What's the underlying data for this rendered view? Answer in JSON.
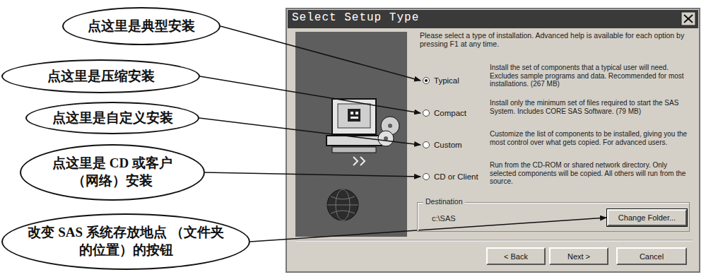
{
  "diagram": {
    "nodes": [
      {
        "text": [
          "点这里是典型安装"
        ]
      },
      {
        "text": [
          "点这里是压缩安装"
        ]
      },
      {
        "text": [
          "点这里是自定义安装"
        ]
      },
      {
        "text": [
          "点这里是 CD 或客户 （网络）安装"
        ]
      },
      {
        "text": [
          "改变 SAS 系统存放地点 （文件夹的位置）的按钮"
        ]
      },
      {
        "text": [
          "Select Setup Type",
          "Please select a type of installation. Advanced help is available for each option by pressing F1 at any time."
        ]
      },
      {
        "text": [
          "Typical",
          "Install the set of components that a typical user will need. Excludes sample programs and data. Recommended for most installations. (267 MB)"
        ],
        "in": 5
      },
      {
        "text": [
          "Compact",
          "Install only the minimum set of files required to start the SAS System. Includes CORE SAS Software. (79 MB)"
        ],
        "in": 5
      },
      {
        "text": [
          "Custom",
          "Customize the list of components to be installed, giving you the most control over what gets copied. For advanced users."
        ],
        "in": 5
      },
      {
        "text": [
          "CD or Client",
          "Run from the CD-ROM or shared network directory. Only selected components will be copied. All others will run from the source."
        ],
        "in": 5
      },
      {
        "text": [
          "Destination",
          "c:\\SAS"
        ],
        "in": 5
      },
      {
        "text": [
          "Change Folder..."
        ],
        "in": 10
      },
      {
        "text": [
          "< Back"
        ],
        "in": 5
      },
      {
        "text": [
          "Next >"
        ],
        "in": 5
      },
      {
        "text": [
          "Cancel"
        ],
        "in": 5
      }
    ],
    "edges": [
      {
        "from": 0,
        "to": 6,
        "arrow": "to"
      },
      {
        "from": 1,
        "to": 7,
        "arrow": "to"
      },
      {
        "from": 2,
        "to": 8,
        "arrow": "to"
      },
      {
        "from": 3,
        "to": 9,
        "arrow": "to"
      },
      {
        "from": 4,
        "to": 11,
        "arrow": "to"
      }
    ]
  }
}
